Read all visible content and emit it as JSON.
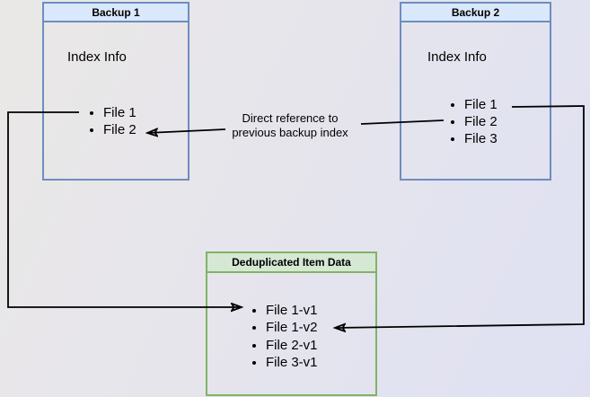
{
  "backup1": {
    "title": "Backup 1",
    "index_label": "Index Info",
    "files": [
      "File 1",
      "File 2"
    ]
  },
  "backup2": {
    "title": "Backup 2",
    "index_label": "Index Info",
    "files": [
      "File 1",
      "File 2",
      "File 3"
    ]
  },
  "dedup": {
    "title": "Deduplicated Item Data",
    "items": [
      "File 1-v1",
      "File 1-v2",
      "File 2-v1",
      "File 3-v1"
    ]
  },
  "annotation": {
    "line1": "Direct reference to",
    "line2": "previous backup index"
  },
  "arrows": [
    {
      "from": "Backup 1 / File 1",
      "to": "Deduplicated Item Data / File 1-v1",
      "label": ""
    },
    {
      "from": "Backup 2 / File 2",
      "to": "Backup 1 / File 2",
      "label": "Direct reference to previous backup index"
    },
    {
      "from": "Backup 2 / File 1",
      "to": "Deduplicated Item Data / File 1-v2",
      "label": ""
    }
  ],
  "colors": {
    "blue_header_fill": "#dae8fc",
    "blue_border": "#6c8ebf",
    "green_header_fill": "#d5e8d4",
    "green_border": "#82b366",
    "arrow": "#000000",
    "background_start": "#eae8e6",
    "background_end": "#dfe1f3"
  }
}
